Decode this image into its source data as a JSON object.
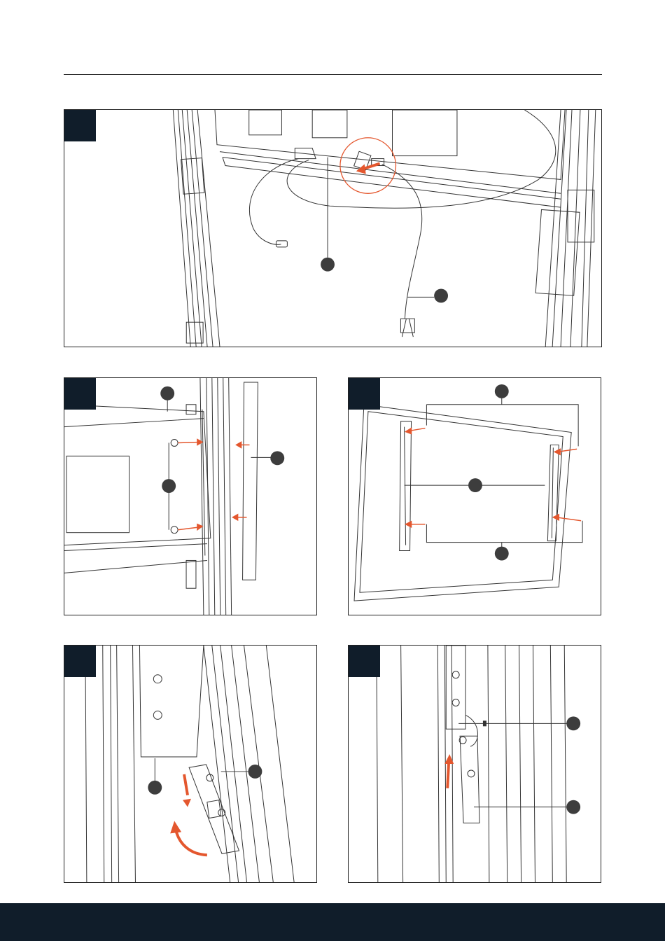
{
  "colors": {
    "step_tab": "#101d2a",
    "footer": "#101d2a",
    "arrow": "#e4572e",
    "callout": "#3d3d3d",
    "line": "#333333"
  },
  "panels": [
    {
      "id": "step-1",
      "callouts": 2,
      "arrows": 1
    },
    {
      "id": "step-2",
      "callouts": 3,
      "arrows": 4
    },
    {
      "id": "step-3",
      "callouts": 3,
      "arrows": 4
    },
    {
      "id": "step-4",
      "callouts": 2,
      "arrows": 2
    },
    {
      "id": "step-5",
      "callouts": 2,
      "arrows": 1
    }
  ]
}
